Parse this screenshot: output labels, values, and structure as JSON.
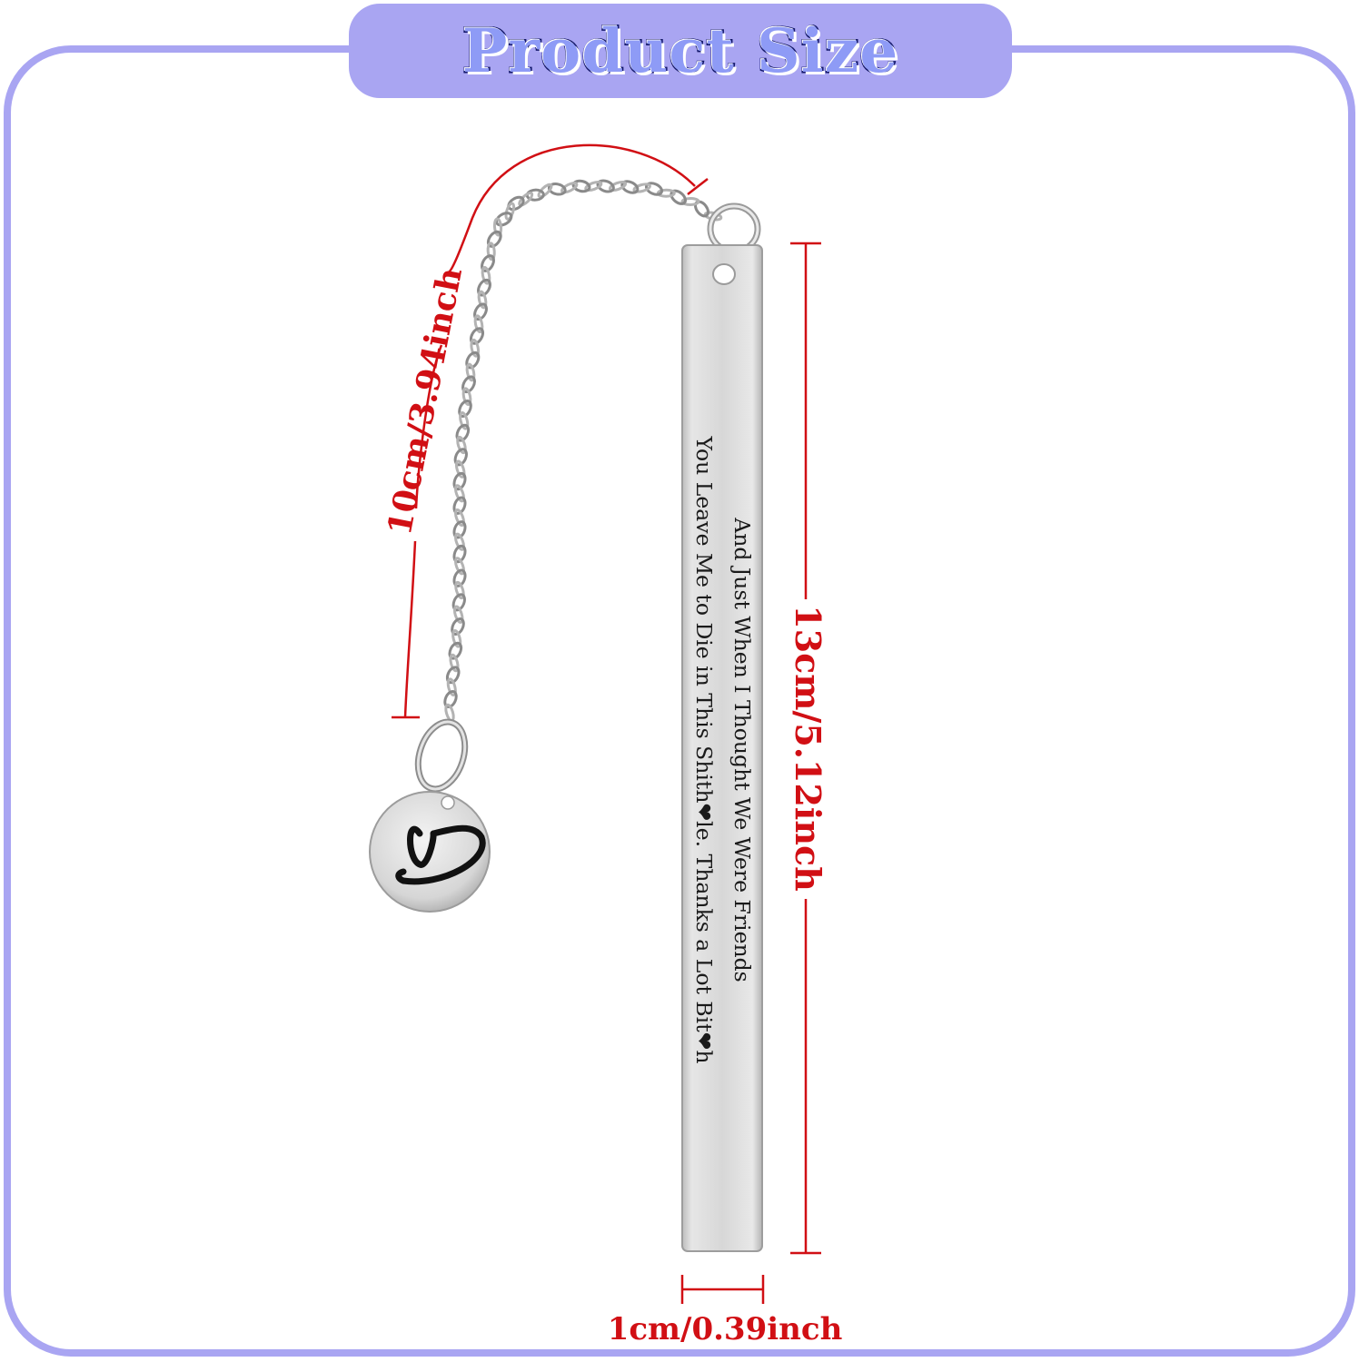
{
  "title": "Product Size",
  "dimensions": {
    "chain_length": "10cm/3.94inch",
    "bar_length": "13cm/5.12inch",
    "bar_width": "1cm/0.39inch"
  },
  "engraving": {
    "line1": "And Just When I Thought We Were Friends",
    "line2": "You Leave Me to Die in This Shith❤le. Thanks a Lot Bit❤h"
  },
  "colors": {
    "frame": "#a9a5f2",
    "title_fill": "#8e9bf6",
    "title_stroke": "#14186a",
    "dimension": "#d10f14",
    "metal": "#d9d9d9"
  },
  "icons": [
    "heart-charm-icon",
    "chain-icon"
  ]
}
